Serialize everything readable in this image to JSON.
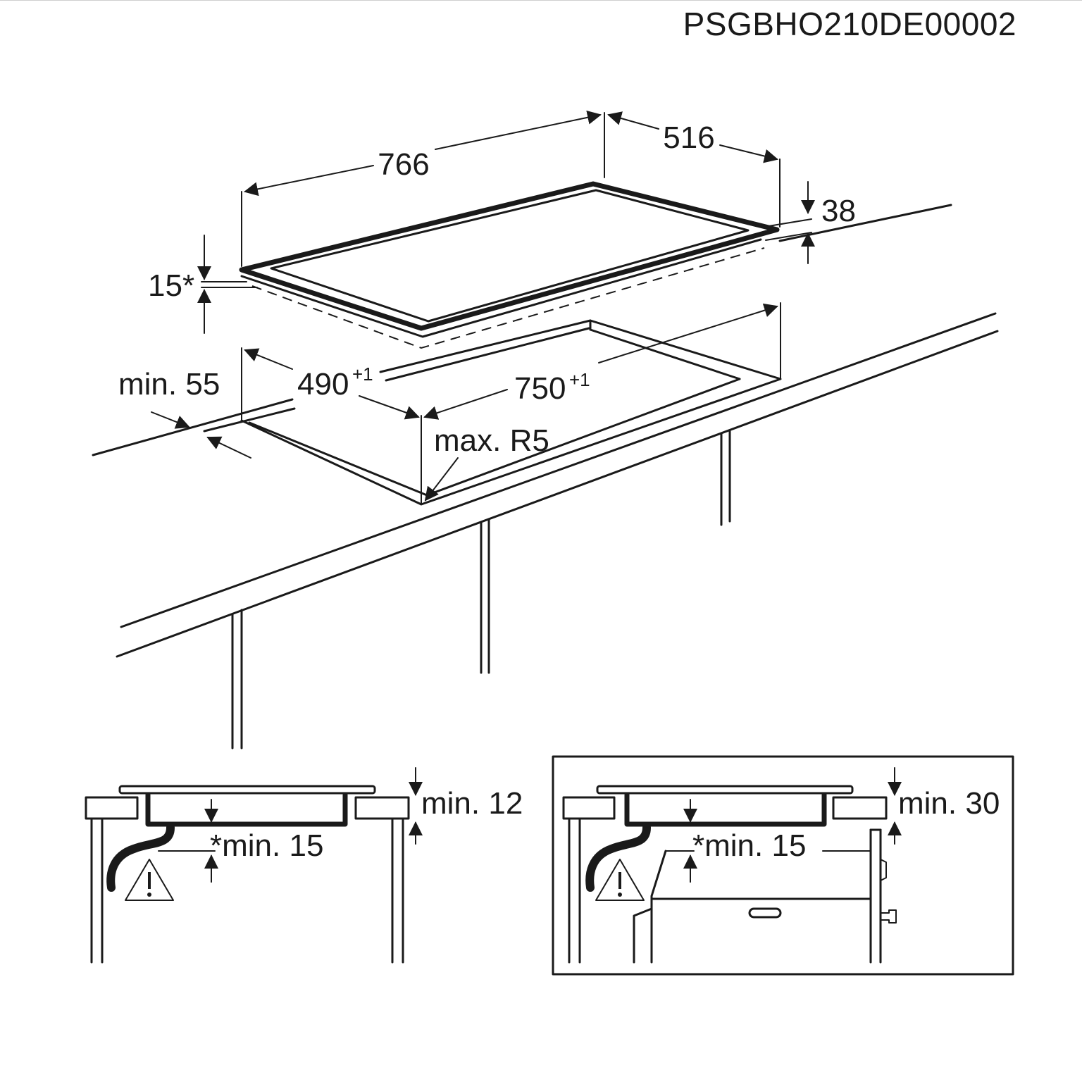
{
  "document_code": "PSGBHO210DE00002",
  "hob": {
    "width": "766",
    "depth": "516",
    "height": "38",
    "frame_depth": "15*"
  },
  "cutout": {
    "depth": "490",
    "depth_tol": "+1",
    "width": "750",
    "width_tol": "+1",
    "min_edge": "min. 55",
    "corner_radius": "max. R5"
  },
  "section_left": {
    "clearance_top": "min. 12",
    "clearance_bottom": "*min. 15"
  },
  "section_right": {
    "clearance_top": "min. 30",
    "clearance_bottom": "*min. 15"
  },
  "icons": [
    "warning-icon",
    "warning-icon"
  ]
}
